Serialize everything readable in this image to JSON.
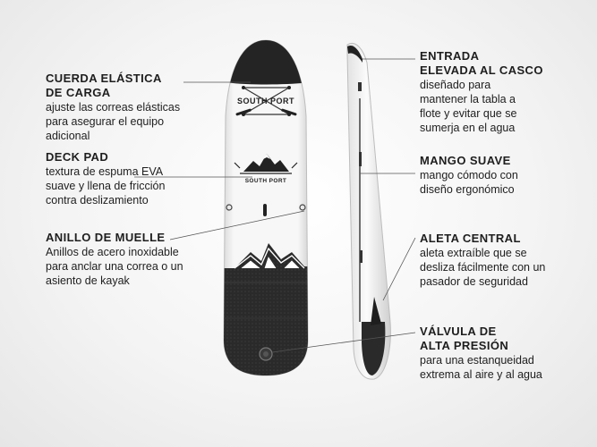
{
  "brand": {
    "name_top": "SOUTH PORT",
    "name_mid": "SOUTH PORT"
  },
  "features": {
    "cuerda": {
      "title_line1": "CUERDA ELÁSTICA",
      "title_line2": "DE CARGA",
      "desc_lines": [
        "ajuste las correas elásticas",
        "para asegurar el equipo",
        "adicional"
      ]
    },
    "deck": {
      "title_line1": "DECK PAD",
      "desc_lines": [
        "textura de espuma EVA",
        "suave y llena de fricción",
        "contra deslizamiento"
      ]
    },
    "anillo": {
      "title_line1": "ANILLO DE MUELLE",
      "desc_lines": [
        "Anillos de acero inoxidable",
        "para anclar una correa o un",
        "asiento de kayak"
      ]
    },
    "entrada": {
      "title_line1": "ENTRADA",
      "title_line2": "ELEVADA AL CASCO",
      "desc_lines": [
        "diseñado para",
        "mantener la tabla a",
        "flote y evitar que se",
        "sumerja en el agua"
      ]
    },
    "mango": {
      "title_line1": "MANGO SUAVE",
      "desc_lines": [
        "mango cómodo con",
        "diseño ergonómico"
      ]
    },
    "aleta": {
      "title_line1": "ALETA CENTRAL",
      "desc_lines": [
        "aleta extraíble que se",
        "desliza fácilmente con un",
        "pasador de seguridad"
      ]
    },
    "valvula": {
      "title_line1": "VÁLVULA DE",
      "title_line2": "ALTA PRESIÓN",
      "desc_lines": [
        "para una estanqueidad",
        "extrema al aire y al agua"
      ]
    }
  },
  "colors": {
    "board_white": "#f2f2f2",
    "board_black": "#222222",
    "text": "#1e1e1e",
    "leader": "#555555"
  }
}
